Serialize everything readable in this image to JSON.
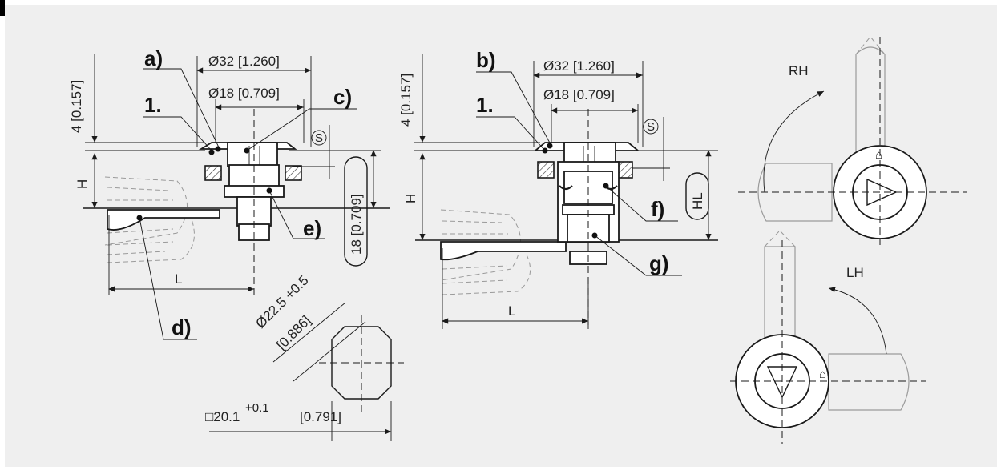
{
  "drawing": {
    "left_view": {
      "callouts": [
        "a)",
        "1.",
        "c)",
        "e)",
        "d)"
      ],
      "dims": {
        "outer_dia": "Ø32 [1.260]",
        "inner_dia": "Ø18 [0.709]",
        "top_offset": "4 [0.157]",
        "height": "H",
        "side_height": "18 [0.709]",
        "length": "L",
        "s_symbol": "S"
      }
    },
    "middle_view": {
      "callouts": [
        "b)",
        "1.",
        "f)",
        "g)"
      ],
      "dims": {
        "outer_dia": "Ø32 [1.260]",
        "inner_dia": "Ø18 [0.709]",
        "top_offset": "4 [0.157]",
        "height": "H",
        "hl": "HL",
        "length": "L",
        "s_symbol": "S"
      }
    },
    "cutout": {
      "dia": "Ø22.5 +0.5",
      "dia_inch": "[0.886]",
      "square_prefix": "□20.1",
      "square_tol": "+0.1",
      "square_inch": "[0.791]"
    },
    "rotation": {
      "rh": "RH",
      "lh": "LH"
    }
  }
}
